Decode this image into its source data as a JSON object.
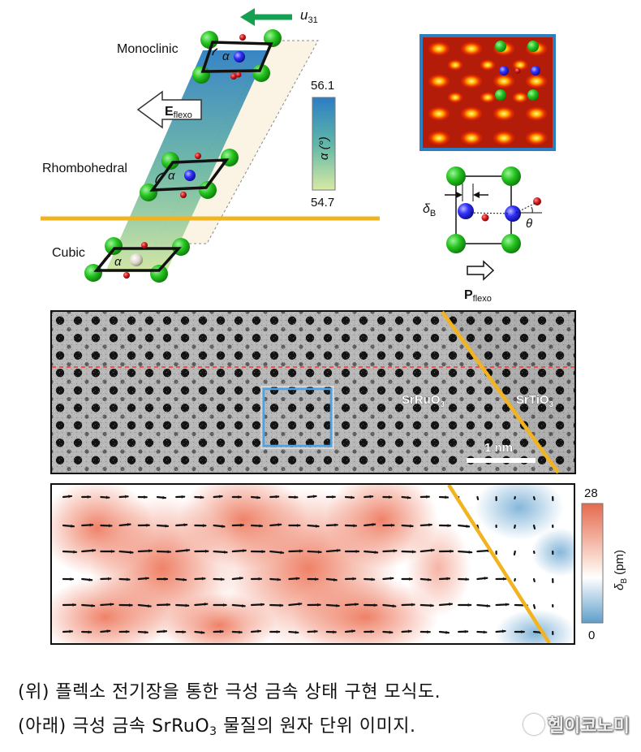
{
  "diagram": {
    "labels": {
      "monoclinic": "Monoclinic",
      "rhombohedral": "Rhombohedral",
      "cubic": "Cubic",
      "alpha": "α",
      "u31_main": "u",
      "u31_sub": "31",
      "eflexo_main": "E",
      "eflexo_sub": "flexo",
      "pflexo_main": "P",
      "pflexo_sub": "flexo",
      "delta_b_main": "δ",
      "delta_b_sub": "B",
      "theta": "θ",
      "alpha_unit": "α (°)"
    },
    "alpha_scale": {
      "max": "56.1",
      "min": "54.7"
    },
    "haadf": {
      "srruo3_main": "SrRuO",
      "srruo3_sub": "3",
      "srtio3_main": "SrTiO",
      "srtio3_sub": "3",
      "scalebar": "1 nm"
    },
    "map": {
      "max": "28",
      "min": "0",
      "unit_main": "δ",
      "unit_sub": "B",
      "unit_rest": " (pm)"
    }
  },
  "caption": {
    "line1": "(위) 플렉소 전기장을 통한 극성 금속 상태 구현 모식도.",
    "line2_pre": "(아래) 극성 금속 SrRuO",
    "line2_sub": "3",
    "line2_post": " 물질의 원자 단위 이미지."
  },
  "watermark": {
    "text": "헬이코노미"
  },
  "colors": {
    "green_atom": "#22c51e",
    "blue_atom": "#2a2aff",
    "red_atom": "#d41c1c",
    "gold_line": "#f2b320",
    "arrow_green": "#14a050",
    "frame_blue": "#2e7dc0"
  }
}
